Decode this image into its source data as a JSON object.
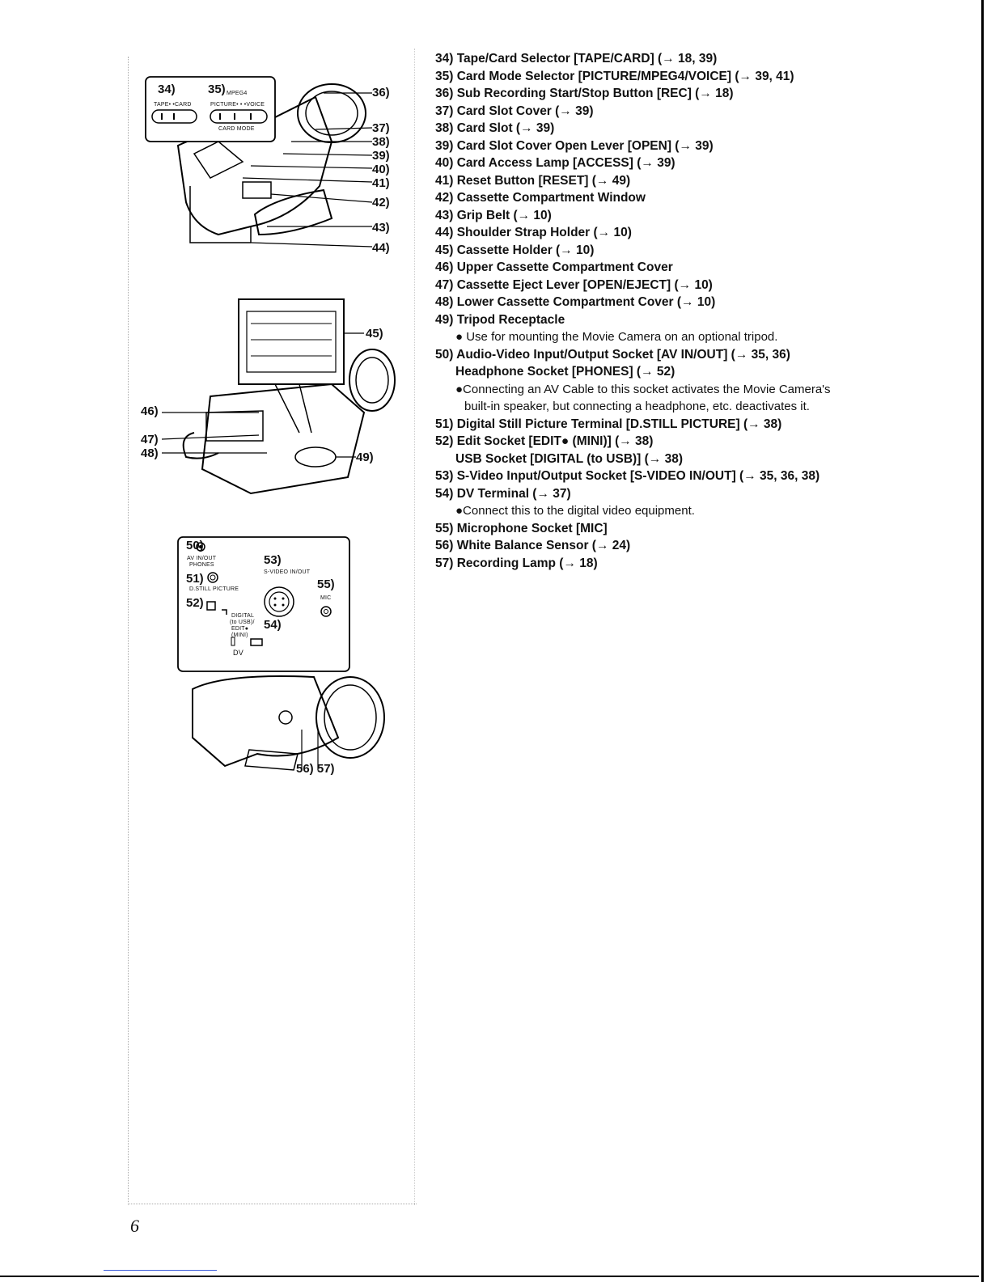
{
  "page": {
    "number": "6"
  },
  "items": [
    {
      "kind": "item",
      "text": "34) Tape/Card Selector [TAPE/CARD] (→ 18, 39)"
    },
    {
      "kind": "item",
      "text": "35) Card Mode Selector [PICTURE/MPEG4/VOICE] (→ 39, 41)"
    },
    {
      "kind": "item",
      "text": "36) Sub Recording Start/Stop Button [REC] (→ 18)"
    },
    {
      "kind": "item",
      "text": "37) Card Slot Cover (→ 39)"
    },
    {
      "kind": "item",
      "text": "38) Card Slot (→ 39)"
    },
    {
      "kind": "item",
      "text": "39) Card Slot Cover Open Lever [OPEN] (→ 39)"
    },
    {
      "kind": "item",
      "text": "40) Card Access Lamp [ACCESS] (→ 39)"
    },
    {
      "kind": "item",
      "text": "41) Reset Button [RESET] (→ 49)"
    },
    {
      "kind": "item",
      "text": "42) Cassette Compartment Window"
    },
    {
      "kind": "item",
      "text": "43) Grip Belt (→ 10)"
    },
    {
      "kind": "item",
      "text": "44) Shoulder Strap Holder (→ 10)"
    },
    {
      "kind": "item",
      "text": "45) Cassette Holder (→ 10)"
    },
    {
      "kind": "item",
      "text": "46) Upper Cassette Compartment Cover"
    },
    {
      "kind": "item",
      "text": "47) Cassette Eject Lever [OPEN/EJECT] (→ 10)"
    },
    {
      "kind": "item",
      "text": "48) Lower Cassette Compartment Cover (→ 10)"
    },
    {
      "kind": "item",
      "text": "49) Tripod Receptacle"
    },
    {
      "kind": "note",
      "text": "● Use for mounting the Movie Camera on an optional tripod."
    },
    {
      "kind": "item",
      "text": "50) Audio-Video Input/Output Socket [AV IN/OUT] (→ 35, 36)"
    },
    {
      "kind": "sub-bold",
      "text": "Headphone Socket [PHONES] (→ 52)"
    },
    {
      "kind": "note",
      "text": "●Connecting an AV Cable to this socket activates the Movie Camera's"
    },
    {
      "kind": "note-cont",
      "text": "built-in speaker, but connecting a headphone, etc. deactivates it."
    },
    {
      "kind": "item",
      "text": "51) Digital Still Picture Terminal [D.STILL PICTURE] (→ 38)"
    },
    {
      "kind": "item",
      "text": "52) Edit Socket [EDIT● (MINI)] (→ 38)"
    },
    {
      "kind": "sub-bold",
      "text": "USB Socket [DIGITAL (to USB)] (→ 38)"
    },
    {
      "kind": "item",
      "text": "53) S-Video Input/Output Socket [S-VIDEO IN/OUT] (→ 35, 36, 38)"
    },
    {
      "kind": "item",
      "text": "54) DV Terminal (→ 37)"
    },
    {
      "kind": "note",
      "text": "●Connect this to the digital video equipment."
    },
    {
      "kind": "item",
      "text": "55) Microphone Socket [MIC]"
    },
    {
      "kind": "item",
      "text": "56) White Balance Sensor (→ 24)"
    },
    {
      "kind": "item",
      "text": "57) Recording Lamp (→ 18)"
    }
  ],
  "figure1": {
    "callouts": [
      "34)",
      "35)",
      "36)",
      "37)",
      "38)",
      "39)",
      "40)",
      "41)",
      "42)",
      "43)",
      "44)"
    ],
    "switch_tape_card": "TAPE• •CARD",
    "switch_mode_top": "MPEG4",
    "switch_mode": "PICTURE• • •VOICE",
    "switch_card_mode": "CARD MODE"
  },
  "figure2": {
    "callouts": [
      "45)",
      "46)",
      "47)",
      "48)",
      "49)"
    ]
  },
  "figure3": {
    "callouts": [
      "50)",
      "51)",
      "52)",
      "53)",
      "54)",
      "55)",
      "56) 57)"
    ],
    "av_label": "AV IN/OUT",
    "phones_label": "PHONES",
    "still_label": "D.STILL PICTURE",
    "svideo_label": "S-VIDEO IN/OUT",
    "mic_label": "MIC",
    "digital_label": "DIGITAL",
    "to_usb_label": "(to USB)/",
    "edit_label": "EDIT●",
    "mini_label": "(MINI)",
    "dv_label": "DV"
  }
}
